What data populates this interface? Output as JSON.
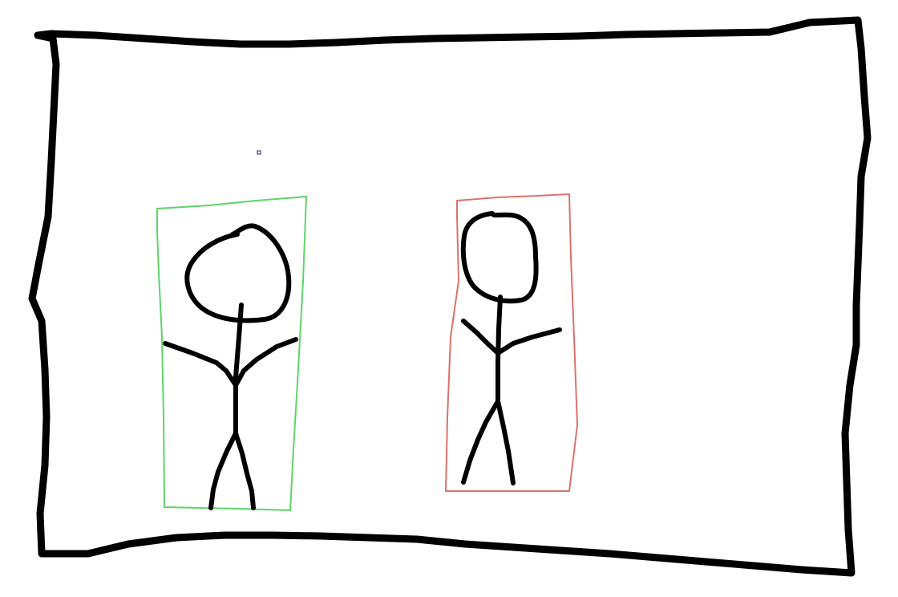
{
  "colors": {
    "background": "#ffffff",
    "ink": "#000000",
    "left_box": "#5fd36a",
    "right_box": "#d9736a",
    "speck": "#5a3a7a"
  },
  "figures": [
    {
      "id": "left",
      "box_color": "green",
      "arms": "raised"
    },
    {
      "id": "right",
      "box_color": "red",
      "arms": "raised"
    }
  ]
}
